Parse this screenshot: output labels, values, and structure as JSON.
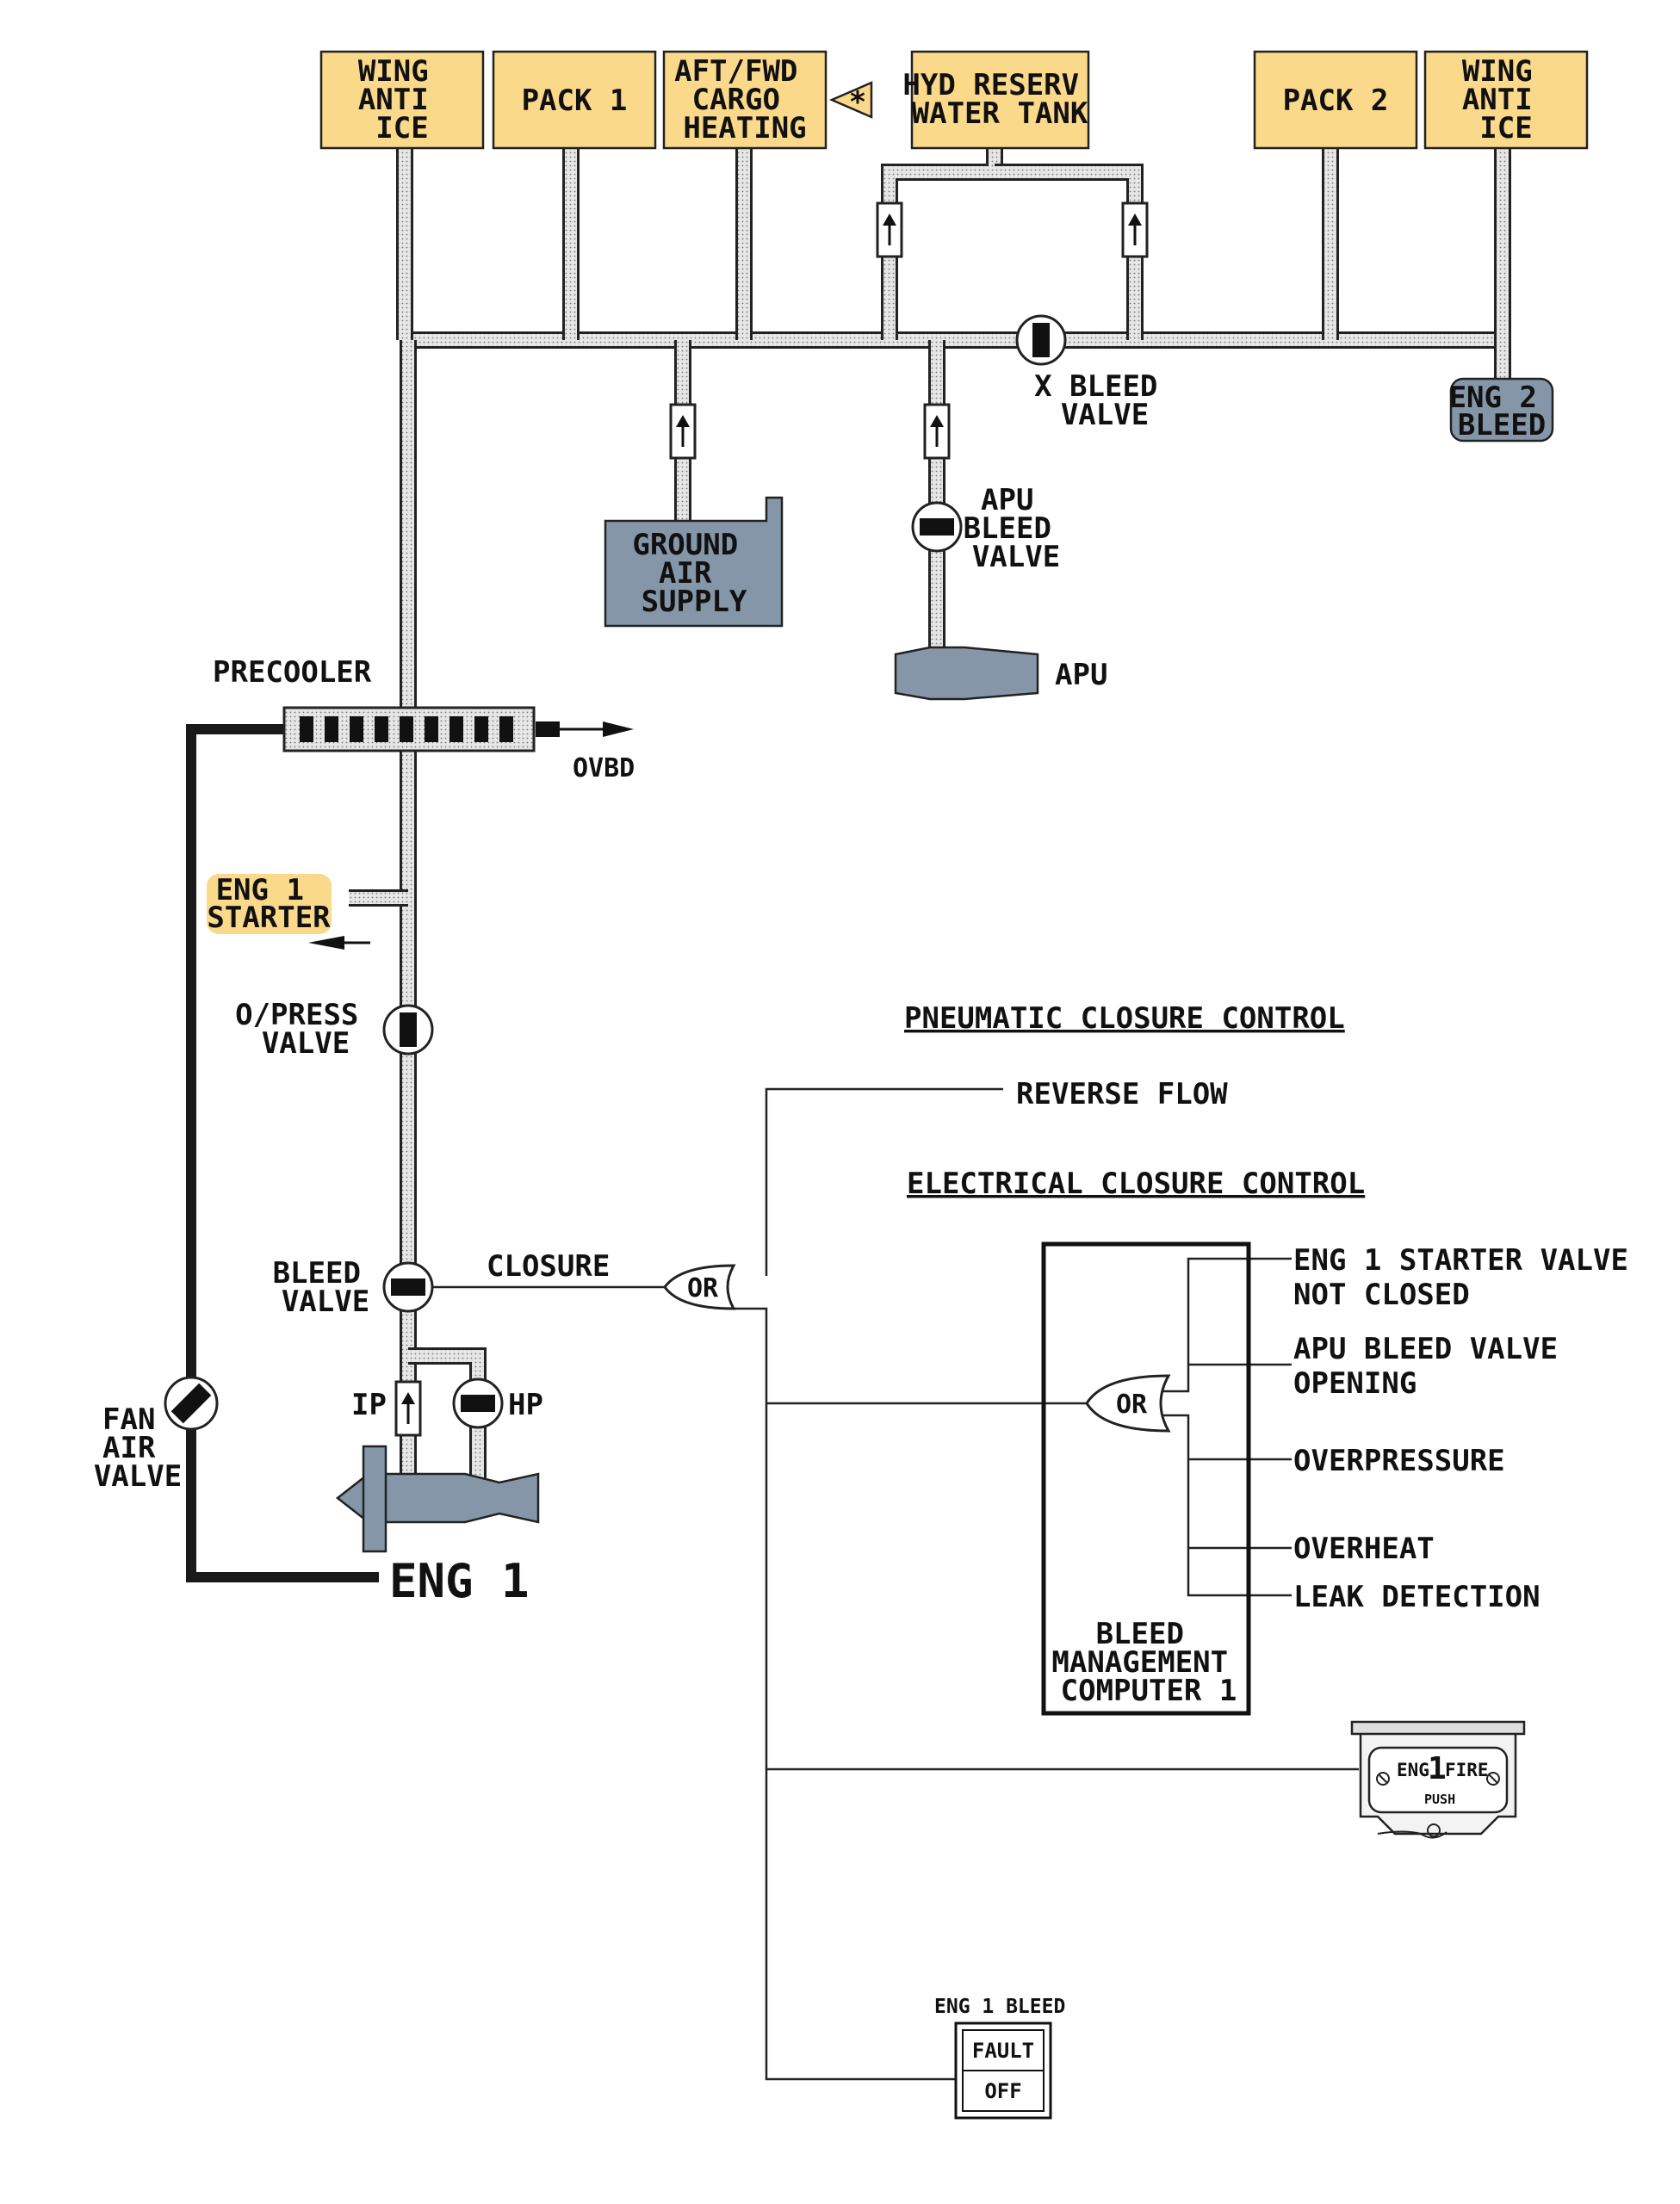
{
  "consumers": {
    "wing_anti_ice_left": "WING\nANTI\nICE",
    "pack1": "PACK 1",
    "aft_fwd_cargo_heating": "AFT/FWD\nCARGO\nHEATING",
    "star_marker": "*",
    "hyd_reserv_water_tank": "HYD RESERV\nWATER TANK",
    "pack2": "PACK 2",
    "wing_anti_ice_right": "WING\nANTI\nICE"
  },
  "sources": {
    "eng2_bleed": "ENG 2\nBLEED",
    "ground_air_supply": "GROUND\nAIR\nSUPPLY",
    "apu": "APU",
    "eng1_starter": "ENG 1\nSTARTER",
    "eng1": "ENG 1"
  },
  "valves": {
    "x_bleed_valve": "X BLEED\nVALVE",
    "apu_bleed_valve": "APU\nBLEED\nVALVE",
    "precooler": "PRECOOLER",
    "ovbd": "OVBD",
    "opress_valve": "O/PRESS\nVALVE",
    "bleed_valve": "BLEED\nVALVE",
    "fan_air_valve": "FAN\nAIR\nVALVE",
    "ip": "IP",
    "hp": "HP"
  },
  "control": {
    "pneumatic_title": "PNEUMATIC CLOSURE CONTROL",
    "reverse_flow": "REVERSE FLOW",
    "electrical_title": "ELECTRICAL CLOSURE CONTROL",
    "closure": "CLOSURE",
    "or_main": "OR",
    "or_bmc": "OR",
    "bmc": "BLEED\nMANAGEMENT\nCOMPUTER 1",
    "inputs": [
      "ENG 1 STARTER VALVE\nNOT CLOSED",
      "APU BLEED VALVE\nOPENING",
      "OVERPRESSURE",
      "OVERHEAT",
      "LEAK DETECTION"
    ]
  },
  "fire_pushbutton": {
    "label_eng": "ENG",
    "label_num": "1",
    "label_fire": "FIRE",
    "label_push": "PUSH"
  },
  "bleed_pushbutton": {
    "title": "ENG 1 BLEED",
    "fault": "FAULT",
    "off": "OFF"
  },
  "colors": {
    "consumer_box": "#fbd98a",
    "source_box": "#8496a8",
    "eng1_starter_highlight": "#fbd98a"
  }
}
